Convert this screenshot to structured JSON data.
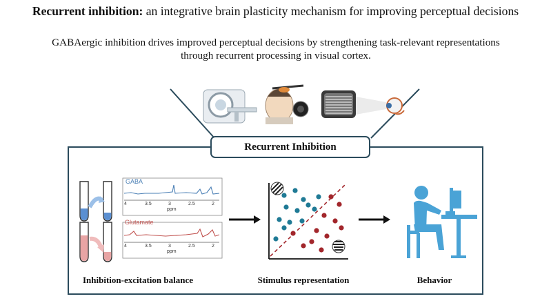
{
  "header": {
    "title_bold": "Recurrent inhibition:",
    "title_rest": " an integrative brain plasticity mechanism for improving perceptual decisions",
    "subtitle": "GABAergic inhibition drives improved perceptual decisions by strengthening task-relevant representations through recurrent processing in visual cortex."
  },
  "box": {
    "title": "Recurrent Inhibition"
  },
  "panels": {
    "left_label": "Inhibition-excitation balance",
    "middle_label": "Stimulus representation",
    "right_label": "Behavior"
  },
  "spectra": {
    "gaba_label": "GABA",
    "glutamate_label": "Glutamate",
    "ticks": [
      "4",
      "3.5",
      "3",
      "2.5",
      "2"
    ],
    "axis_unit": "ppm"
  },
  "colors": {
    "frame": "#2b4b5c",
    "gaba": "#4a7fb5",
    "glutamate": "#c0504d",
    "dot_blue": "#1f7a95",
    "dot_red": "#a2262b",
    "person": "#4aa3d6"
  },
  "icons": [
    "mri-scanner-icon",
    "tms-head-icon",
    "grating-monitor-icon",
    "eye-icon",
    "test-tube-icon",
    "person-at-computer-icon"
  ]
}
